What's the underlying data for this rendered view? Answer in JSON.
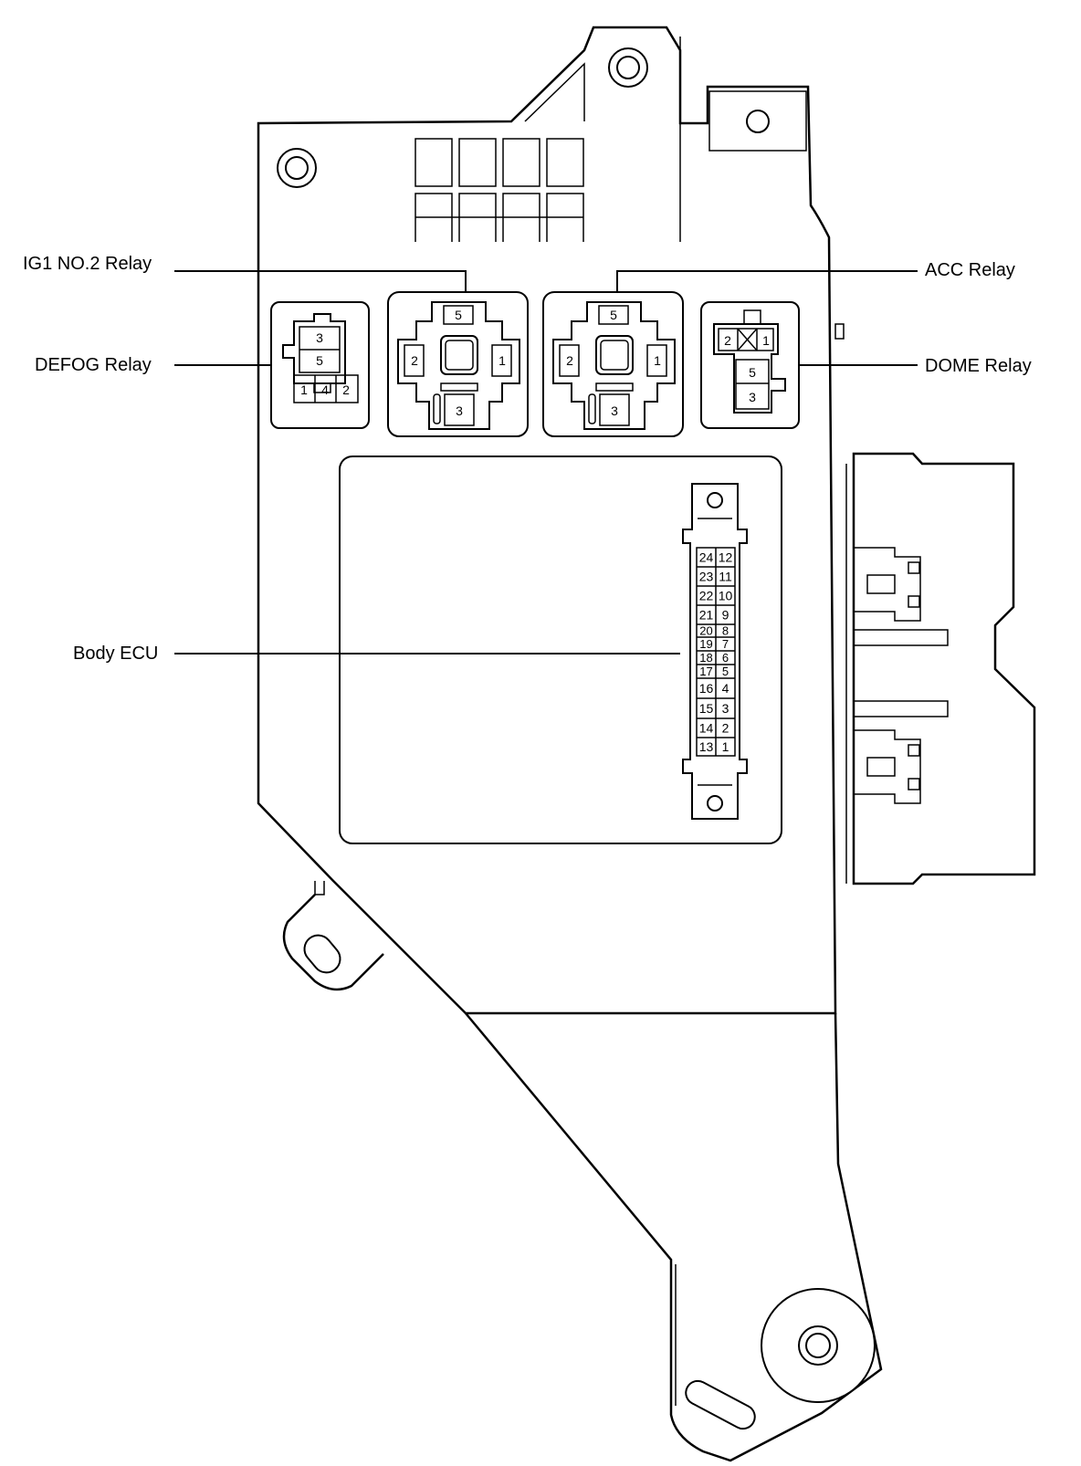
{
  "labels": {
    "ig1_relay": "IG1 NO.2 Relay",
    "acc_relay": "ACC Relay",
    "defog_relay": "DEFOG Relay",
    "dome_relay": "DOME Relay",
    "body_ecu": "Body ECU"
  },
  "defog_pins": {
    "top": "3",
    "middle": "5",
    "bottom": [
      "1",
      "4",
      "2"
    ]
  },
  "ig1_pins": {
    "top": "5",
    "left": "2",
    "right": "1",
    "bottom": "3"
  },
  "acc_pins": {
    "top": "5",
    "left": "2",
    "right": "1",
    "bottom": "3"
  },
  "dome_pins": {
    "top_left": "2",
    "top_right": "1",
    "middle": "5",
    "bottom": "3"
  },
  "ecu_pins": {
    "left": [
      "24",
      "23",
      "22",
      "21",
      "20",
      "19",
      "18",
      "17",
      "16",
      "15",
      "14",
      "13"
    ],
    "right": [
      "12",
      "11",
      "10",
      "9",
      "8",
      "7",
      "6",
      "5",
      "4",
      "3",
      "2",
      "1"
    ]
  }
}
